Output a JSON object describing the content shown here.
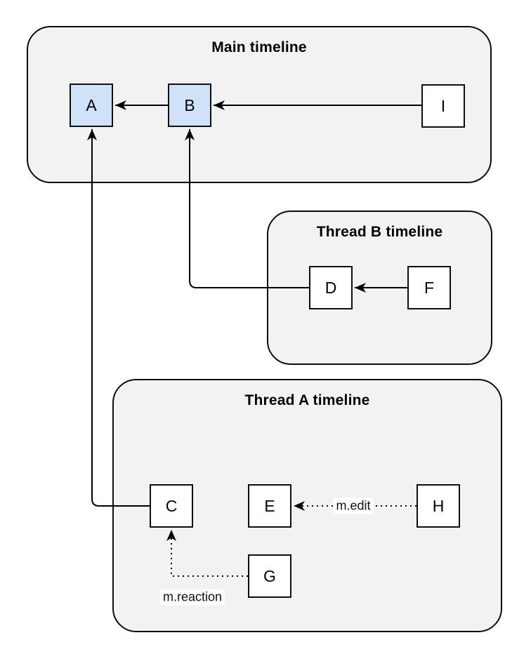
{
  "diagram": {
    "containers": [
      {
        "id": "main",
        "title": "Main timeline"
      },
      {
        "id": "thread-b",
        "title": "Thread B timeline"
      },
      {
        "id": "thread-a",
        "title": "Thread A timeline"
      }
    ],
    "nodes": [
      {
        "id": "A",
        "label": "A",
        "container": "main",
        "highlighted": true
      },
      {
        "id": "B",
        "label": "B",
        "container": "main",
        "highlighted": true
      },
      {
        "id": "I",
        "label": "I",
        "container": "main",
        "highlighted": false
      },
      {
        "id": "D",
        "label": "D",
        "container": "thread-b",
        "highlighted": false
      },
      {
        "id": "F",
        "label": "F",
        "container": "thread-b",
        "highlighted": false
      },
      {
        "id": "C",
        "label": "C",
        "container": "thread-a",
        "highlighted": false
      },
      {
        "id": "E",
        "label": "E",
        "container": "thread-a",
        "highlighted": false
      },
      {
        "id": "H",
        "label": "H",
        "container": "thread-a",
        "highlighted": false
      },
      {
        "id": "G",
        "label": "G",
        "container": "thread-a",
        "highlighted": false
      }
    ],
    "edges": [
      {
        "from": "B",
        "to": "A",
        "style": "solid"
      },
      {
        "from": "I",
        "to": "B",
        "style": "solid"
      },
      {
        "from": "F",
        "to": "D",
        "style": "solid"
      },
      {
        "from": "D",
        "to": "B",
        "style": "solid"
      },
      {
        "from": "C",
        "to": "A",
        "style": "solid"
      },
      {
        "from": "H",
        "to": "E",
        "style": "dotted",
        "label": "m.edit"
      },
      {
        "from": "G",
        "to": "C",
        "style": "dotted",
        "label": "m.reaction"
      }
    ],
    "colors": {
      "background": "#ffffff",
      "container_fill": "#f2f2f2",
      "container_border": "#0d0d0d",
      "node_fill": "#ffffff",
      "node_highlight_fill": "#cfe2fa",
      "node_border": "#0a0f14",
      "edge_stroke": "#000000",
      "edge_label_bg": "#ffffff"
    }
  }
}
